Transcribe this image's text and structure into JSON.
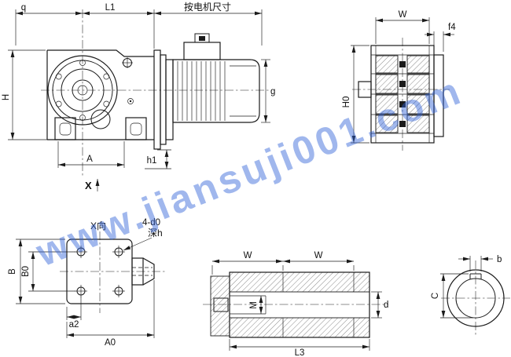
{
  "watermark": {
    "text": "www.jiansuji001.com",
    "color": "#2f62d8"
  },
  "colors": {
    "line": "#1b1b1b",
    "background": "#ffffff"
  },
  "drawing": {
    "main_view": {
      "dim_q": "q",
      "dim_L1": "L1",
      "dim_motor": "按电机尺寸",
      "dim_H": "H",
      "dim_A": "A",
      "dim_h1": "h1",
      "dim_g": "g",
      "view_marker": "X"
    },
    "side_view": {
      "dim_W": "W",
      "dim_f4": "f4",
      "dim_H0": "H0"
    },
    "x_view": {
      "title": "X向",
      "dim_holes": "4-d0",
      "dim_depth": "深h",
      "dim_B": "B",
      "dim_B0": "B0",
      "dim_a2": "a2",
      "dim_A0": "A0"
    },
    "shaft_view": {
      "dim_W1": "W",
      "dim_W2": "W",
      "dim_M": "M",
      "dim_d": "d",
      "dim_L3": "L3"
    },
    "bore_view": {
      "dim_b": "b",
      "dim_C": "C"
    }
  }
}
